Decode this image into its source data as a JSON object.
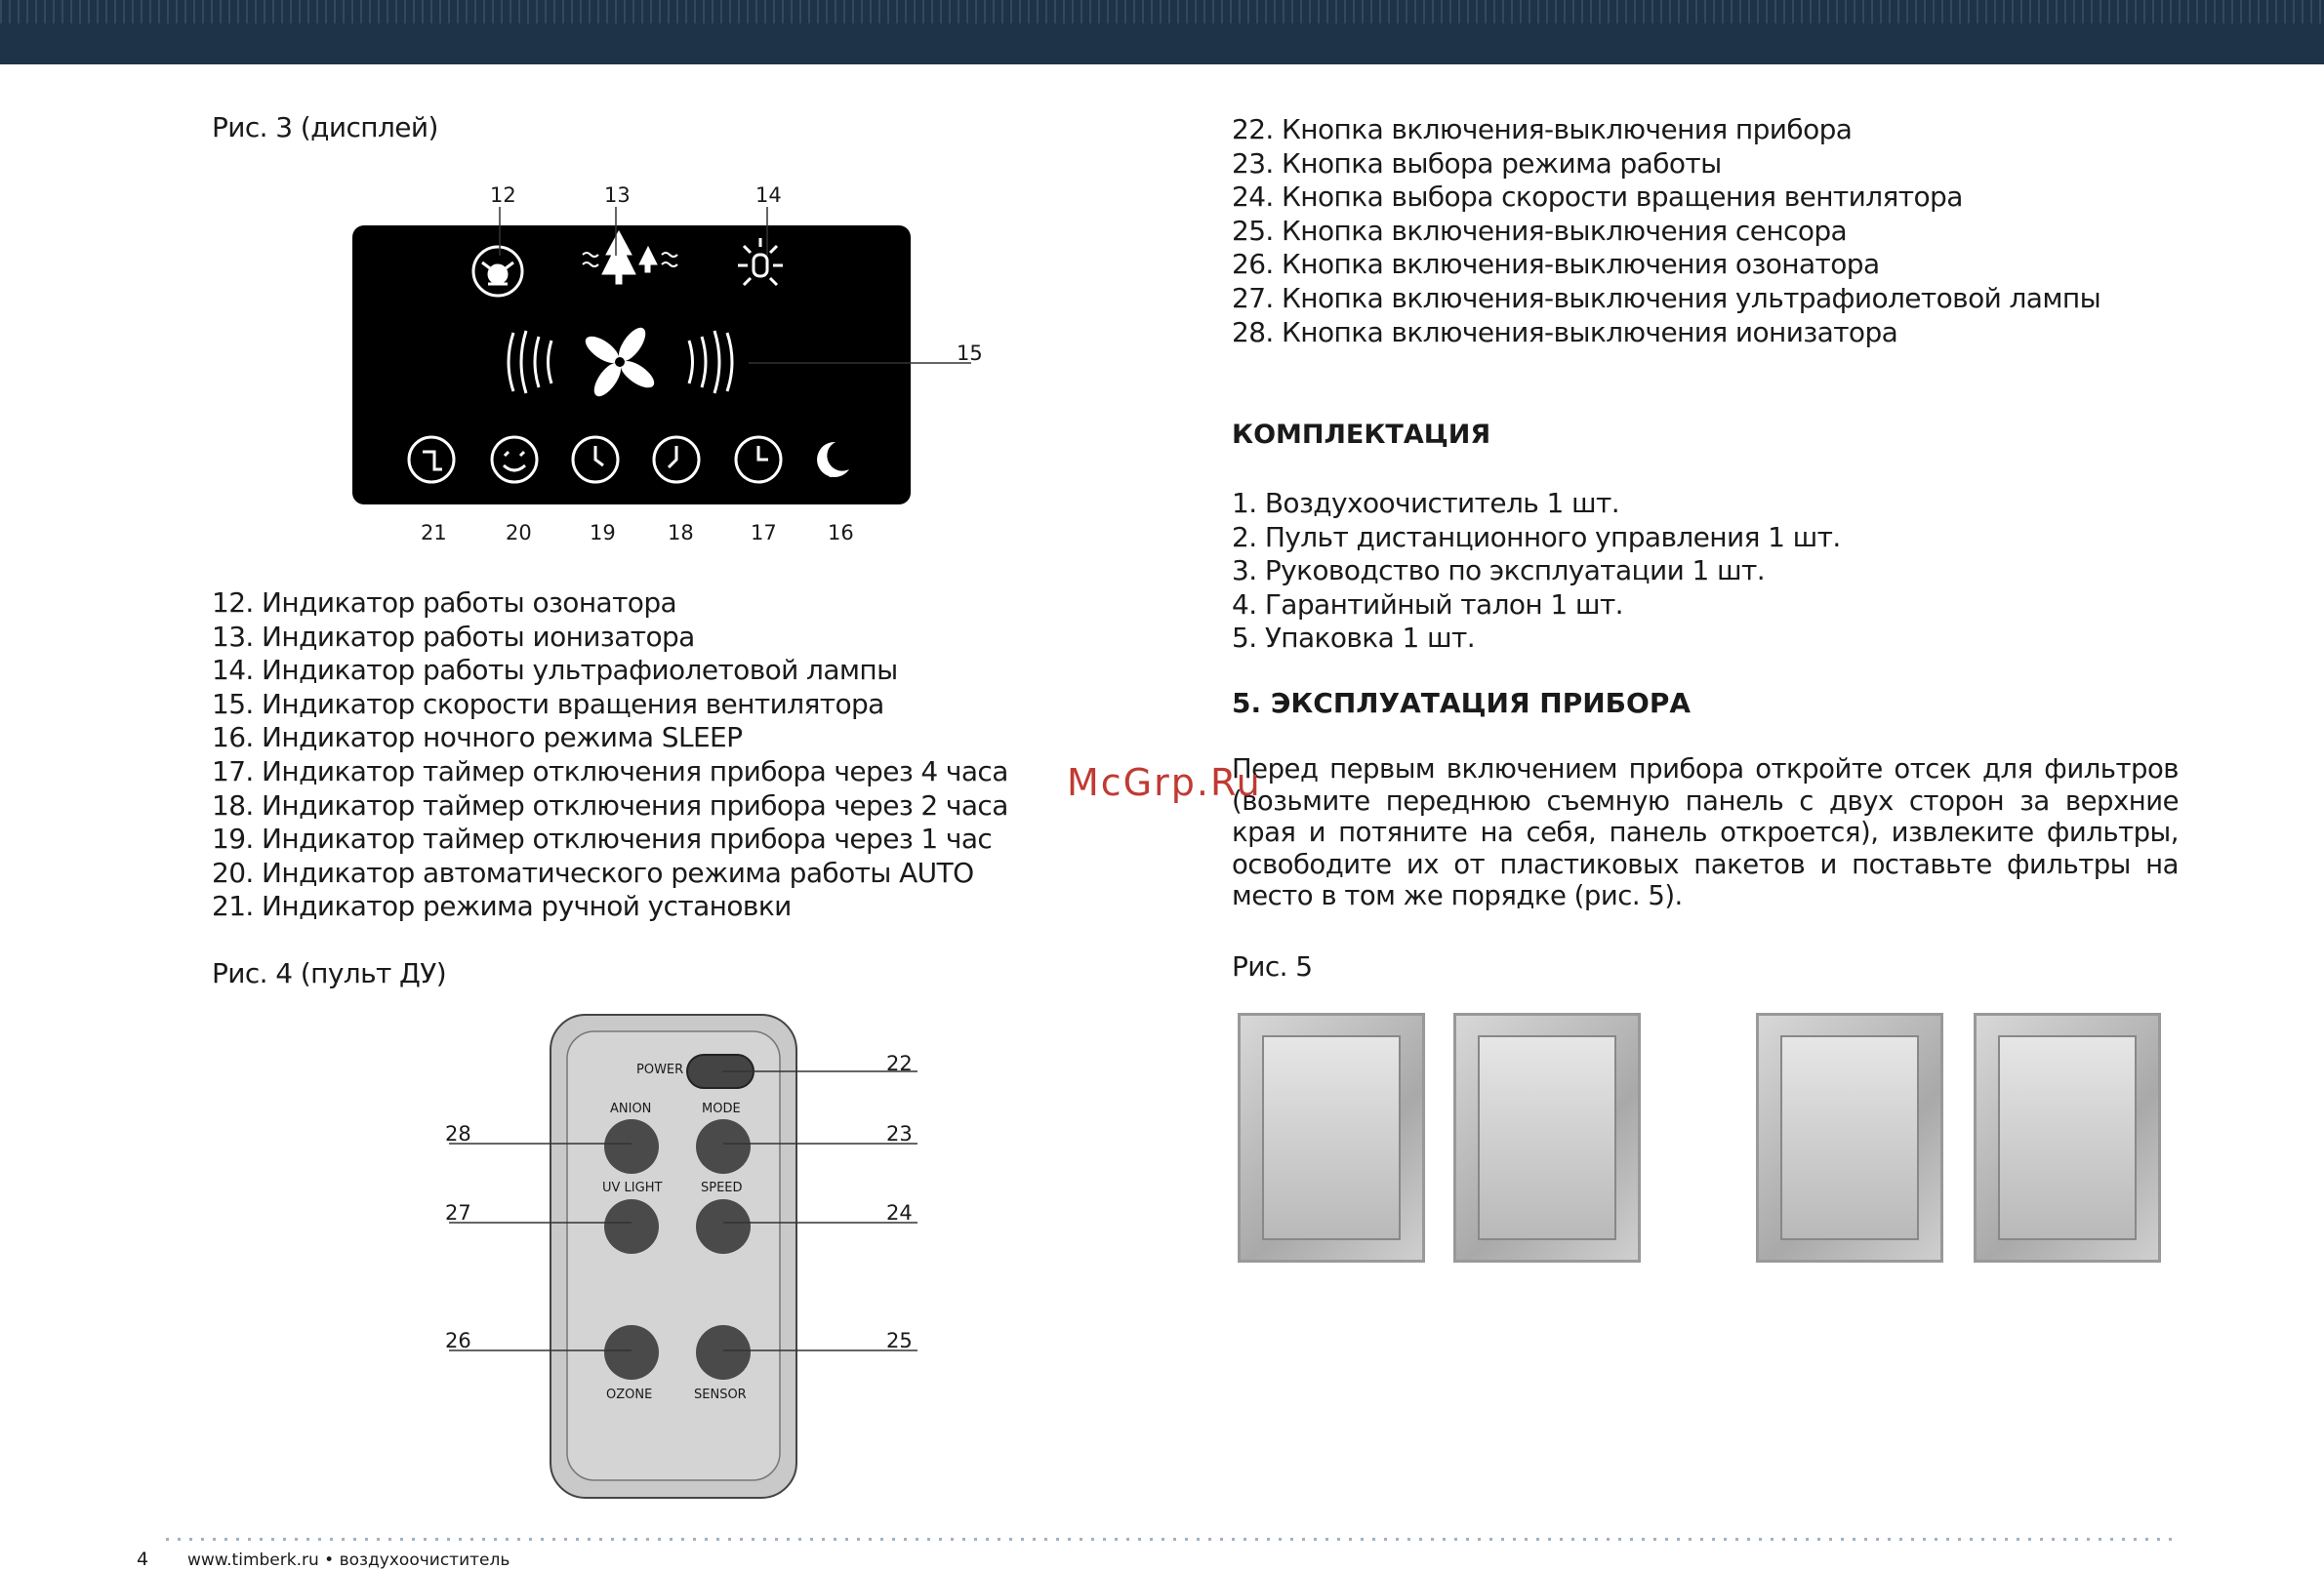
{
  "header": {
    "band_color": "#1e3348"
  },
  "fig3": {
    "caption": "Рис. 3 (дисплей)",
    "numbers": {
      "n12": "12",
      "n13": "13",
      "n14": "14",
      "n15": "15",
      "n16": "16",
      "n17": "17",
      "n18": "18",
      "n19": "19",
      "n20": "20",
      "n21": "21"
    }
  },
  "display_items": [
    "12. Индикатор работы озонатора",
    "13. Индикатор работы ионизатора",
    "14. Индикатор работы ультрафиолетовой лампы",
    "15. Индикатор скорости вращения вентилятора",
    "16. Индикатор ночного режима SLEEP",
    "17. Индикатор таймер отключения прибора через 4 часа",
    "18. Индикатор таймер отключения прибора через 2 часа",
    "19. Индикатор таймер отключения прибора через 1 час",
    "20. Индикатор автоматического режима работы AUTO",
    "21. Индикатор режима ручной установки"
  ],
  "fig4": {
    "caption": "Рис. 4 (пульт ДУ)",
    "buttons": {
      "power": "POWER",
      "anion": "ANION",
      "mode": "MODE",
      "uv": "UV LIGHT",
      "speed": "SPEED",
      "ozone": "OZONE",
      "sensor": "SENSOR"
    },
    "numbers": {
      "n22": "22",
      "n23": "23",
      "n24": "24",
      "n25": "25",
      "n26": "26",
      "n27": "27",
      "n28": "28"
    }
  },
  "remote_items": [
    "22. Кнопка включения-выключения прибора",
    "23. Кнопка выбора режима работы",
    "24. Кнопка выбора скорости вращения вентилятора",
    "25. Кнопка включения-выключения сенсора",
    "26. Кнопка включения-выключения озонатора",
    "27. Кнопка включения-выключения ультрафиолетовой лампы",
    "28. Кнопка включения-выключения ионизатора"
  ],
  "kit": {
    "heading": "КОМПЛЕКТАЦИЯ",
    "items": [
      "1. Воздухоочиститель  1 шт.",
      "2. Пульт дистанционного управления  1 шт.",
      "3. Руководство по эксплуатации  1 шт.",
      "4. Гарантийный талон  1 шт.",
      "5. Упаковка  1 шт."
    ]
  },
  "operation": {
    "heading": "5. ЭКСПЛУАТАЦИЯ ПРИБОРА",
    "paragraph": "Перед первым включением прибора откройте отсек для фильтров (возьмите переднюю съемную панель с двух сторон за верхние края и потяните на себя, панель откроется), извлеките фильтры, освободите их от пластиковых пакетов и поставьте фильтры на место в том же порядке (рис. 5).",
    "fig5_caption": "Рис. 5"
  },
  "watermark": "McGrp.Ru",
  "footer": {
    "page": "4",
    "site": "www.timberk.ru • воздухоочиститель"
  }
}
